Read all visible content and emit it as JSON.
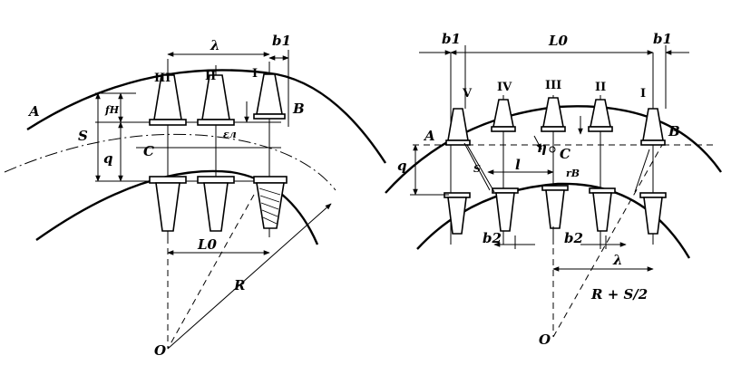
{
  "left": {
    "labels": {
      "A": "A",
      "B": "B",
      "C": "C",
      "O": "O",
      "R": "R",
      "S": "S",
      "q": "q",
      "fH": "fH",
      "lambda": "λ",
      "b1": "b1",
      "L0": "L0",
      "eps": "εл",
      "III": "III",
      "II": "II",
      "I": "I"
    }
  },
  "right": {
    "labels": {
      "A": "A",
      "B": "B",
      "C": "C",
      "O": "O",
      "R_S2": "R + S/2",
      "q": "q",
      "S": "S",
      "l": "l",
      "L0": "L0",
      "lambda": "λ",
      "b1_left": "b1",
      "b1_right": "b1",
      "b2_left": "b2",
      "b2_right": "b2",
      "r_B": "rB",
      "eta": "η",
      "V": "V",
      "IV": "IV",
      "III": "III",
      "II": "II",
      "I": "I"
    }
  }
}
